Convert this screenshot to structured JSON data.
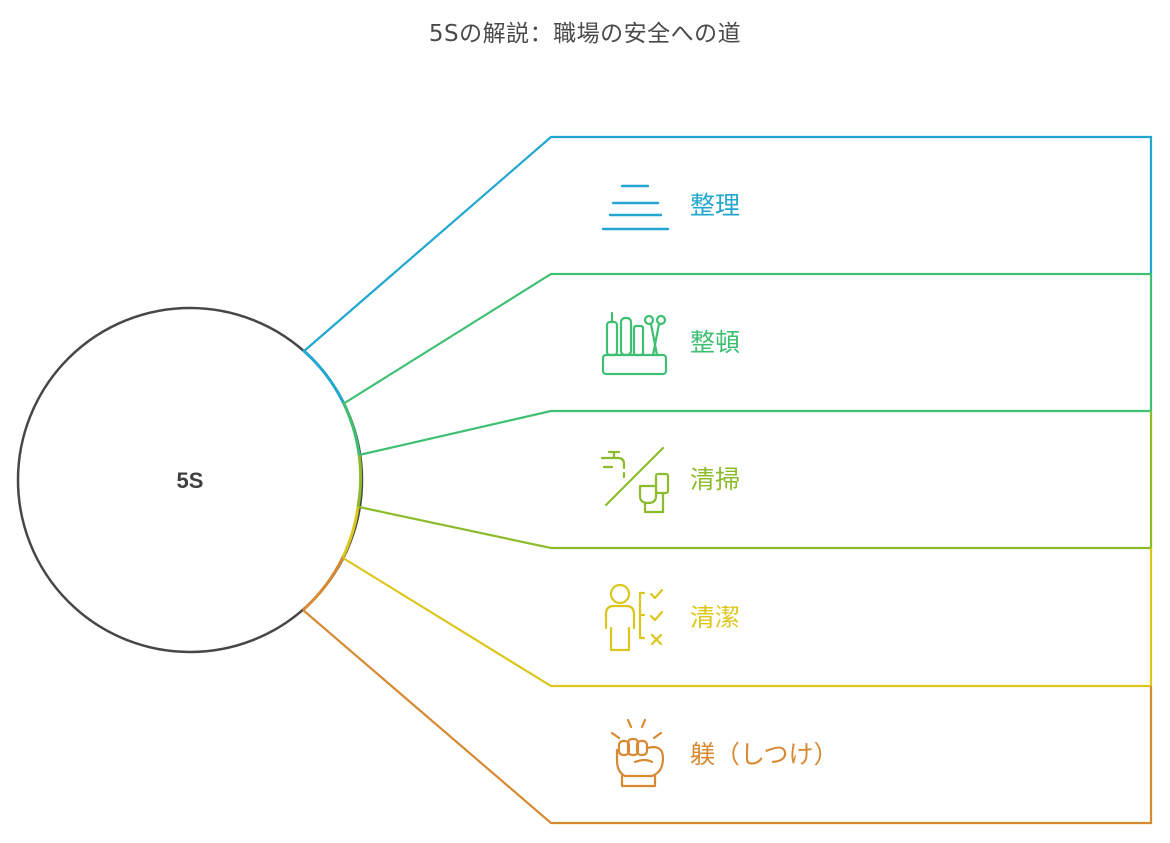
{
  "title": "5Sの解説：職場の安全への道",
  "center": {
    "label": "5S"
  },
  "items": [
    {
      "label": "整理",
      "icon": "stack-lines-icon",
      "color": "#22a7d0"
    },
    {
      "label": "整頓",
      "icon": "tool-holder-icon",
      "color": "#3fbf72"
    },
    {
      "label": "清掃",
      "icon": "faucet-toilet-icon",
      "color": "#8cbc2c"
    },
    {
      "label": "清潔",
      "icon": "person-checklist-icon",
      "color": "#dcc61b"
    },
    {
      "label": "躾（しつけ）",
      "icon": "fist-icon",
      "color": "#d88a33"
    }
  ]
}
